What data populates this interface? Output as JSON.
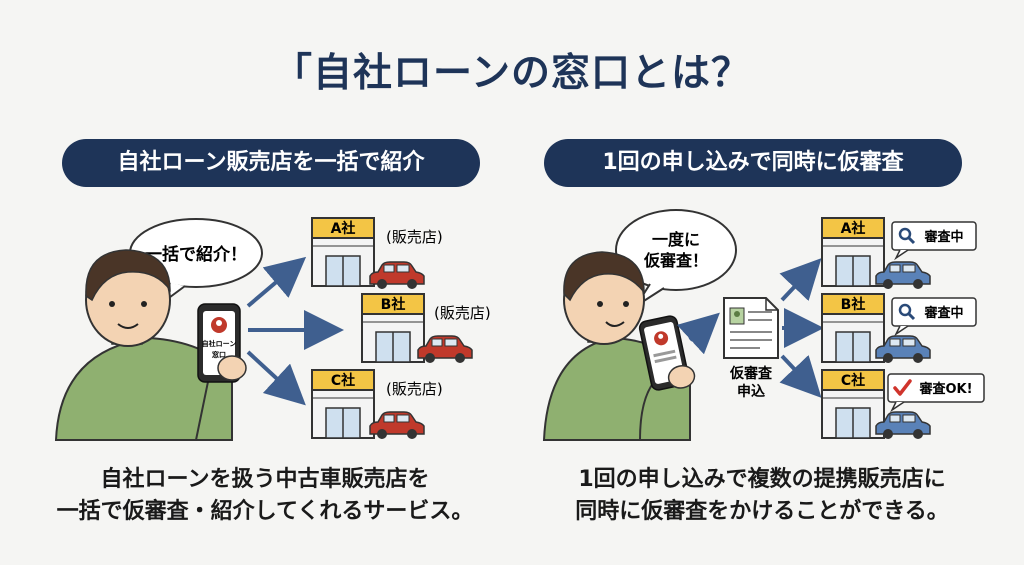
{
  "title": "「自社ローンの窓口とは？",
  "left": {
    "header": "自社ローン販売店を一括で紹介",
    "bubble": "一括で紹介！",
    "phone_label_1": "自社ローン",
    "phone_label_2": "窓口",
    "shops": [
      {
        "name": "A社",
        "tag": "(販売店)"
      },
      {
        "name": "B社",
        "tag": "(販売店)"
      },
      {
        "name": "C社",
        "tag": "(販売店)"
      }
    ],
    "caption_line1": "自社ローンを扱う中古車販売店を",
    "caption_line2": "一括で仮審査・紹介してくれるサービス。"
  },
  "right": {
    "header": "1回の申し込みで同時に仮審査",
    "bubble_line1": "一度に",
    "bubble_line2": "仮審査！",
    "doc_label_1": "仮審査",
    "doc_label_2": "申込",
    "shops": [
      {
        "name": "A社",
        "status": "審査中",
        "icon": "magnifier-icon"
      },
      {
        "name": "B社",
        "status": "審査中",
        "icon": "magnifier-icon"
      },
      {
        "name": "C社",
        "status": "審査OK!",
        "icon": "checkmark-icon"
      }
    ],
    "caption_line1": "1回の申し込みで複数の提携販売店に",
    "caption_line2": "同時に仮審査をかけることができる。"
  },
  "colors": {
    "navy": "#1e3458",
    "building_yellow": "#f3c545",
    "car_red": "#c0392b",
    "car_blue": "#5a82b8",
    "shirt_green": "#8fb070",
    "arrow_blue": "#3f5f8f",
    "check_red": "#d0342c"
  }
}
